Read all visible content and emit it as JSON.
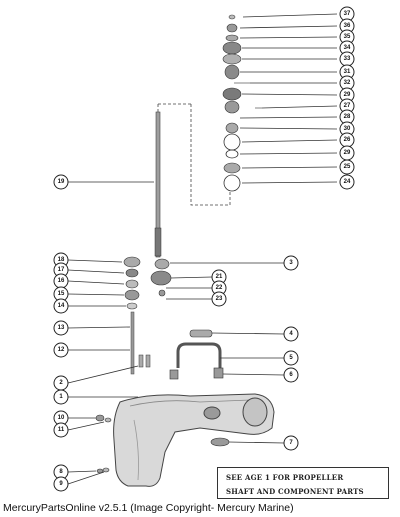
{
  "parts": [
    "1",
    "2",
    "3",
    "4",
    "5",
    "6",
    "7",
    "8",
    "9",
    "10",
    "11",
    "12",
    "13",
    "14",
    "15",
    "16",
    "17",
    "18",
    "19",
    "20",
    "21",
    "22",
    "23",
    "24",
    "25",
    "26",
    "27",
    "28",
    "29",
    "30",
    "31",
    "32",
    "33",
    "34",
    "35",
    "36",
    "37"
  ],
  "note": {
    "line1": "SEE  AGE 1  FOR PROPELLER",
    "line2": "SHAFT AND COMPONENT PARTS"
  },
  "caption": "MercuryPartsOnline v2.5.1 (Image Copyright- Mercury Marine)"
}
